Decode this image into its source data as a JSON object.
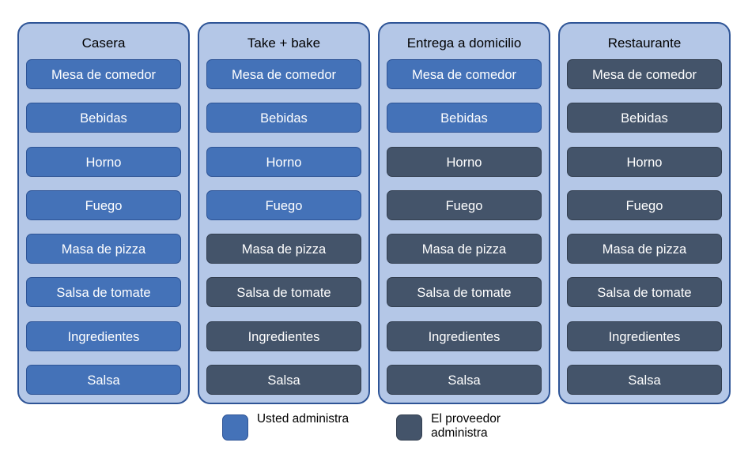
{
  "diagram": {
    "colors": {
      "you_manages_fill": "#4472B8",
      "provider_manages_fill": "#44546A",
      "panel_background": "#B4C7E7",
      "panel_border": "#2E5496",
      "canvas_background": "#FFFFFF",
      "row_text": "#FFFFFF",
      "header_text": "#000000"
    },
    "panels": [
      {
        "title": "Casera",
        "rows": [
          {
            "label": "Mesa de comedor",
            "owner": "you"
          },
          {
            "label": "Bebidas",
            "owner": "you"
          },
          {
            "label": "Horno",
            "owner": "you"
          },
          {
            "label": "Fuego",
            "owner": "you"
          },
          {
            "label": "Masa de pizza",
            "owner": "you"
          },
          {
            "label": "Salsa de tomate",
            "owner": "you"
          },
          {
            "label": "Ingredientes",
            "owner": "you"
          },
          {
            "label": "Salsa",
            "owner": "you"
          }
        ]
      },
      {
        "title": "Take + bake",
        "rows": [
          {
            "label": "Mesa de comedor",
            "owner": "you"
          },
          {
            "label": "Bebidas",
            "owner": "you"
          },
          {
            "label": "Horno",
            "owner": "you"
          },
          {
            "label": "Fuego",
            "owner": "you"
          },
          {
            "label": "Masa de pizza",
            "owner": "provider"
          },
          {
            "label": "Salsa de tomate",
            "owner": "provider"
          },
          {
            "label": "Ingredientes",
            "owner": "provider"
          },
          {
            "label": "Salsa",
            "owner": "provider"
          }
        ]
      },
      {
        "title": "Entrega a domicilio",
        "rows": [
          {
            "label": "Mesa de comedor",
            "owner": "you"
          },
          {
            "label": "Bebidas",
            "owner": "you"
          },
          {
            "label": "Horno",
            "owner": "provider"
          },
          {
            "label": "Fuego",
            "owner": "provider"
          },
          {
            "label": "Masa de pizza",
            "owner": "provider"
          },
          {
            "label": "Salsa de tomate",
            "owner": "provider"
          },
          {
            "label": "Ingredientes",
            "owner": "provider"
          },
          {
            "label": "Salsa",
            "owner": "provider"
          }
        ]
      },
      {
        "title": "Restaurante",
        "rows": [
          {
            "label": "Mesa de comedor",
            "owner": "provider"
          },
          {
            "label": "Bebidas",
            "owner": "provider"
          },
          {
            "label": "Horno",
            "owner": "provider"
          },
          {
            "label": "Fuego",
            "owner": "provider"
          },
          {
            "label": "Masa de pizza",
            "owner": "provider"
          },
          {
            "label": "Salsa de tomate",
            "owner": "provider"
          },
          {
            "label": "Ingredientes",
            "owner": "provider"
          },
          {
            "label": "Salsa",
            "owner": "provider"
          }
        ]
      }
    ],
    "legend": [
      {
        "label": "Usted administra",
        "owner": "you"
      },
      {
        "label": "El proveedor administra",
        "owner": "provider"
      }
    ]
  }
}
